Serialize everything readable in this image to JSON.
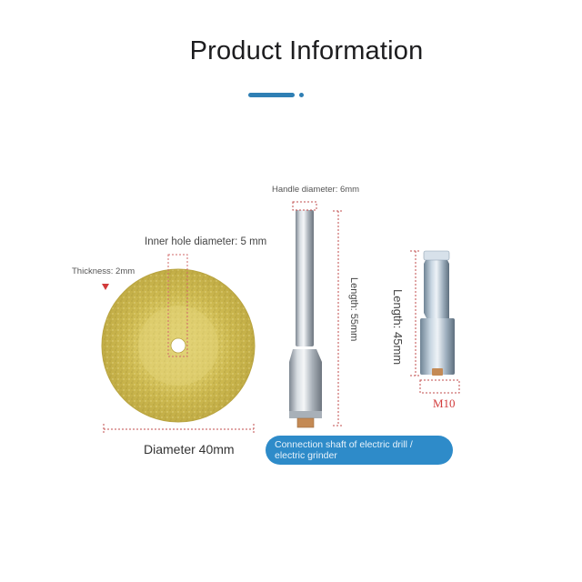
{
  "header": {
    "title": "Product Information",
    "accent_color": "#2f7fb4"
  },
  "disc": {
    "thickness_label": "Thickness: 2mm",
    "inner_hole_label": "Inner hole diameter: 5 mm",
    "diameter_label": "Diameter 40mm",
    "disc_color": "#d8c35a",
    "marker_color": "#d23b3b"
  },
  "mandrel": {
    "handle_label": "Handle diameter: 6mm",
    "length_label": "Length: 55mm",
    "caption_line1": "Connection shaft of electric drill /",
    "caption_line2": "electric grinder",
    "caption_bg": "#2e8bc9"
  },
  "adapter": {
    "length_label": "Length:  45mm",
    "thread_label": "M10"
  }
}
